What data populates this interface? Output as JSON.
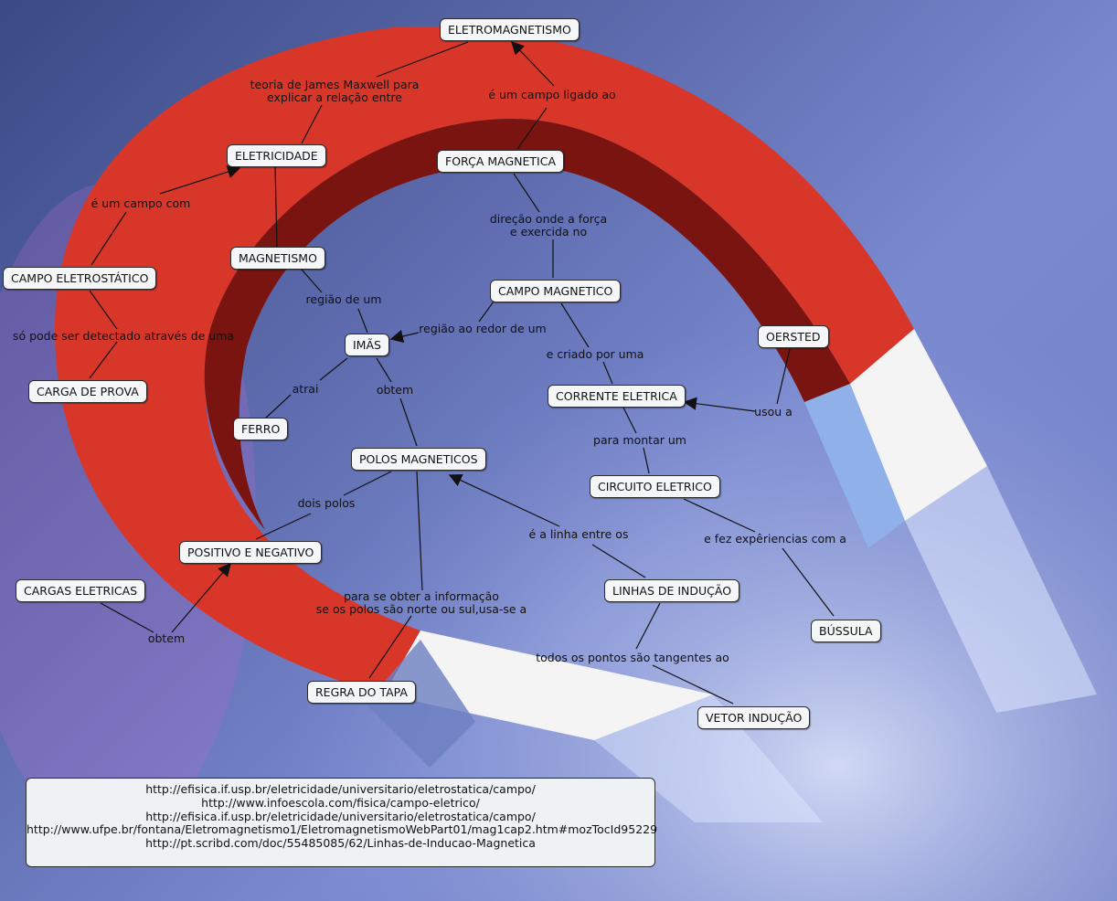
{
  "concepts": {
    "eletromagnetismo": "ELETROMAGNETISMO",
    "eletricidade": "ELETRICIDADE",
    "forca_magnetica": "FORÇA MAGNETICA",
    "magnetismo": "MAGNETISMO",
    "campo_eletrostatico": "CAMPO ELETROSTÁTICO",
    "campo_magnetico": "CAMPO MAGNETICO",
    "imas": "IMÃS",
    "oersted": "OERSTED",
    "carga_de_prova": "CARGA DE PROVA",
    "corrente_eletrica": "CORRENTE ELETRICA",
    "ferro": "FERRO",
    "polos_magneticos": "POLOS MAGNETICOS",
    "circuito_eletrico": "CIRCUITO ELETRICO",
    "positivo_negativo": "POSITIVO E NEGATIVO",
    "cargas_eletricas": "CARGAS ELETRICAS",
    "linhas_inducao": "LINHAS DE INDUÇÃO",
    "bussula": "BÚSSULA",
    "regra_tapa": "REGRA DO TAPA",
    "vetor_inducao": "VETOR INDUÇÃO"
  },
  "links": {
    "teoria_1": "teoria de James Maxwell para",
    "teoria_2": "explicar a relação entre",
    "campo_ligado": "é um campo ligado ao",
    "campo_com": "é um campo com",
    "direcao_1": "direção onde a força",
    "direcao_2": "e exercida no",
    "regiao_de_um": "região de um",
    "regiao_redor": "região ao redor de um",
    "detectado": "só pode ser detectado através de uma",
    "criado_por": "e criado por uma",
    "atrai": "atrai",
    "obtem_1": "obtem",
    "usou_a": "usou a",
    "para_montar": "para montar um",
    "dois_polos": "dois polos",
    "linha_entre": "é a linha entre os",
    "fez_experiencias": "e fez expêriencias com a",
    "obter_info_1": "para se obter a informação",
    "obter_info_2": "se os polos são norte ou sul,usa-se a",
    "obtem_2": "obtem",
    "tangentes": "todos os pontos são tangentes ao"
  },
  "references": [
    "http://efisica.if.usp.br/eletricidade/universitario/eletrostatica/campo/",
    "http://www.infoescola.com/fisica/campo-eletrico/",
    "http://efisica.if.usp.br/eletricidade/universitario/eletrostatica/campo/",
    "http://www.ufpe.br/fontana/Eletromagnetismo1/EletromagnetismoWebPart01/mag1cap2.htm#mozTocId95229",
    "http://pt.scribd.com/doc/55485085/62/Linhas-de-Inducao-Magnetica"
  ],
  "colors": {
    "magnet_red": "#d9362a",
    "magnet_dark": "#7a1410",
    "node_fill": "#f4f6f8",
    "line": "#111111"
  }
}
